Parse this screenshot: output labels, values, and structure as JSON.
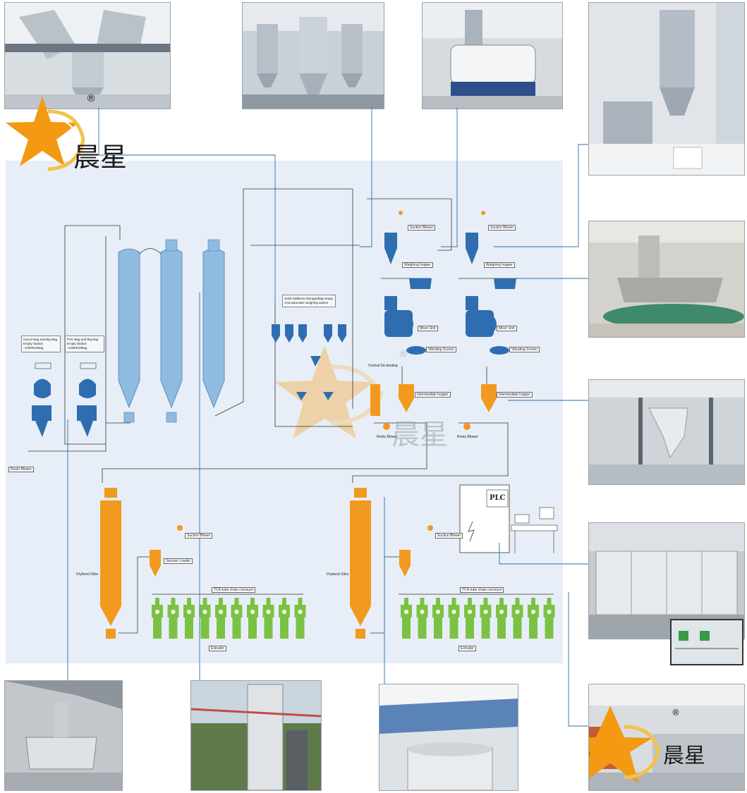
{
  "brand": {
    "top_logo_text": "晨星",
    "bottom_logo_text": "晨星",
    "watermark_text": "晨星",
    "registered_mark": "®"
  },
  "colors": {
    "panel_bg": "#e7eef8",
    "silo_blue": "#8fbbe0",
    "equipment_blue": "#2e6eb0",
    "drybend_orange": "#f29a1f",
    "extruder_green": "#7cc242",
    "pipe_line": "#333333",
    "leader_line": "#2a6fa8",
    "star_orange": "#f39a12"
  },
  "labels": {
    "solid_additives": "Solid Additives Storage/Bag empty And automatic weighing station",
    "caco3_station": "Caco3 Bag and Big Bag Empty Station ~1000KG/Bag",
    "pvc_station": "PVC Bag and Big Bag Empty Station ~1000KG/Bag",
    "roots_blower_left": "Roots Blower",
    "suction_blower_1": "Suction Blower",
    "suction_blower_2": "Suction Blower",
    "weighing_hopper_1": "Weighing hopper",
    "weighing_hopper_2": "Weighing hopper",
    "mixer_unit_1": "Mixer Unit",
    "mixer_unit_2": "Mixer Unit",
    "vibrating_screen_1": "Vibrating Screen",
    "vibrating_screen_2": "Vibrating Screen",
    "central_dedusting": "Central De-dusting",
    "intermediate_hopper_1": "Intermediate hopper",
    "intermediate_hopper_2": "Intermediate hopper",
    "roots_blower_1": "Roots Blower",
    "roots_blower_2": "Roots Blower",
    "plc": "PLC",
    "drybend_silos_1": "Drybend Silos",
    "drybend_silos_2": "Drybend Silos",
    "suction_blower_3": "Suction Blower",
    "suction_blower_4": "Suction Blower",
    "vacuum_loader": "Vacuum Loader",
    "tca_conveyor_1": "TCA-tube chain conveyor",
    "tca_conveyor_2": "TCA-tube chain conveyor",
    "extruder_1": "Extruder",
    "extruder_2": "Extruder"
  },
  "photos": [
    {
      "name": "photo-bag-emptying-station",
      "icon": "industrial-photo-icon"
    },
    {
      "name": "photo-storage-silos",
      "icon": "industrial-photo-icon"
    },
    {
      "name": "photo-mixer-unit",
      "icon": "industrial-photo-icon"
    },
    {
      "name": "photo-weighing-hopper",
      "icon": "industrial-photo-icon"
    },
    {
      "name": "photo-bag-station",
      "icon": "industrial-photo-icon"
    },
    {
      "name": "photo-outdoor-silo",
      "icon": "industrial-photo-icon"
    },
    {
      "name": "photo-intermediate-hopper",
      "icon": "industrial-photo-icon"
    },
    {
      "name": "photo-vibrating-screen",
      "icon": "industrial-photo-icon"
    },
    {
      "name": "photo-cyclone-hopper",
      "icon": "industrial-photo-icon"
    },
    {
      "name": "photo-control-cabinets",
      "icon": "industrial-photo-icon"
    },
    {
      "name": "photo-extrusion-hall",
      "icon": "industrial-photo-icon"
    }
  ]
}
